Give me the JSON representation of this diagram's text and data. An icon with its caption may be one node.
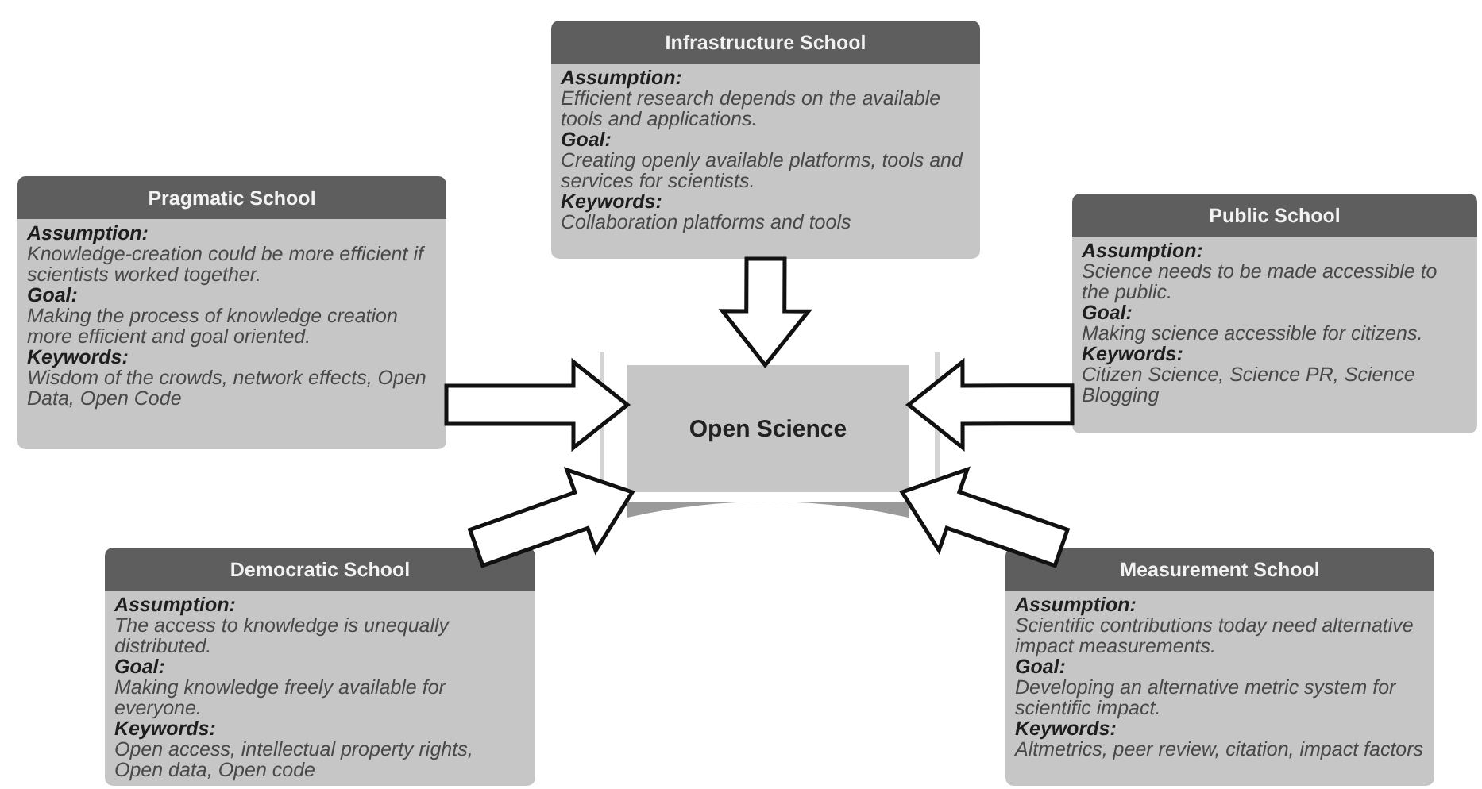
{
  "diagram": {
    "nodes": [
      {
        "text": [
          "Infrastructure School",
          "Assumption:",
          "Efficient research depends on the available tools and applications.",
          "Goal:",
          "Creating openly available platforms, tools and services for scientists.",
          "Keywords:",
          "Collaboration platforms and tools"
        ]
      },
      {
        "text": [
          "Pragmatic School",
          "Assumption:",
          "Knowledge-creation could be more efficient if scientists worked together.",
          "Goal:",
          "Making the process of knowledge creation more efficient and goal oriented.",
          "Keywords:",
          "Wisdom of the crowds, network effects, Open Data, Open Code"
        ]
      },
      {
        "text": [
          "Public School",
          "Assumption:",
          "Science needs to be made accessible to the public.",
          "Goal:",
          "Making science accessible for citizens.",
          "Keywords:",
          "Citizen Science, Science PR, Science Blogging"
        ]
      },
      {
        "text": [
          "Open Science"
        ]
      },
      {
        "text": [
          "Democratic School",
          "Assumption:",
          "The access to knowledge is unequally distributed.",
          "Goal:",
          "Making knowledge freely available for everyone.",
          "Keywords:",
          "Open access, intellectual property rights, Open data, Open code"
        ]
      },
      {
        "text": [
          "Measurement School",
          "Assumption:",
          "Scientific contributions today need alternative impact measurements.",
          "Goal:",
          "Developing an alternative metric system for scientific impact.",
          "Keywords:",
          "Altmetrics, peer review, citation, impact factors"
        ]
      }
    ],
    "edges": [
      {
        "from": 0,
        "to": 3,
        "arrow": "to"
      },
      {
        "from": 1,
        "to": 3,
        "arrow": "to"
      },
      {
        "from": 2,
        "to": 3,
        "arrow": "to"
      },
      {
        "from": 4,
        "to": 3,
        "arrow": "to"
      },
      {
        "from": 5,
        "to": 3,
        "arrow": "to"
      }
    ]
  }
}
